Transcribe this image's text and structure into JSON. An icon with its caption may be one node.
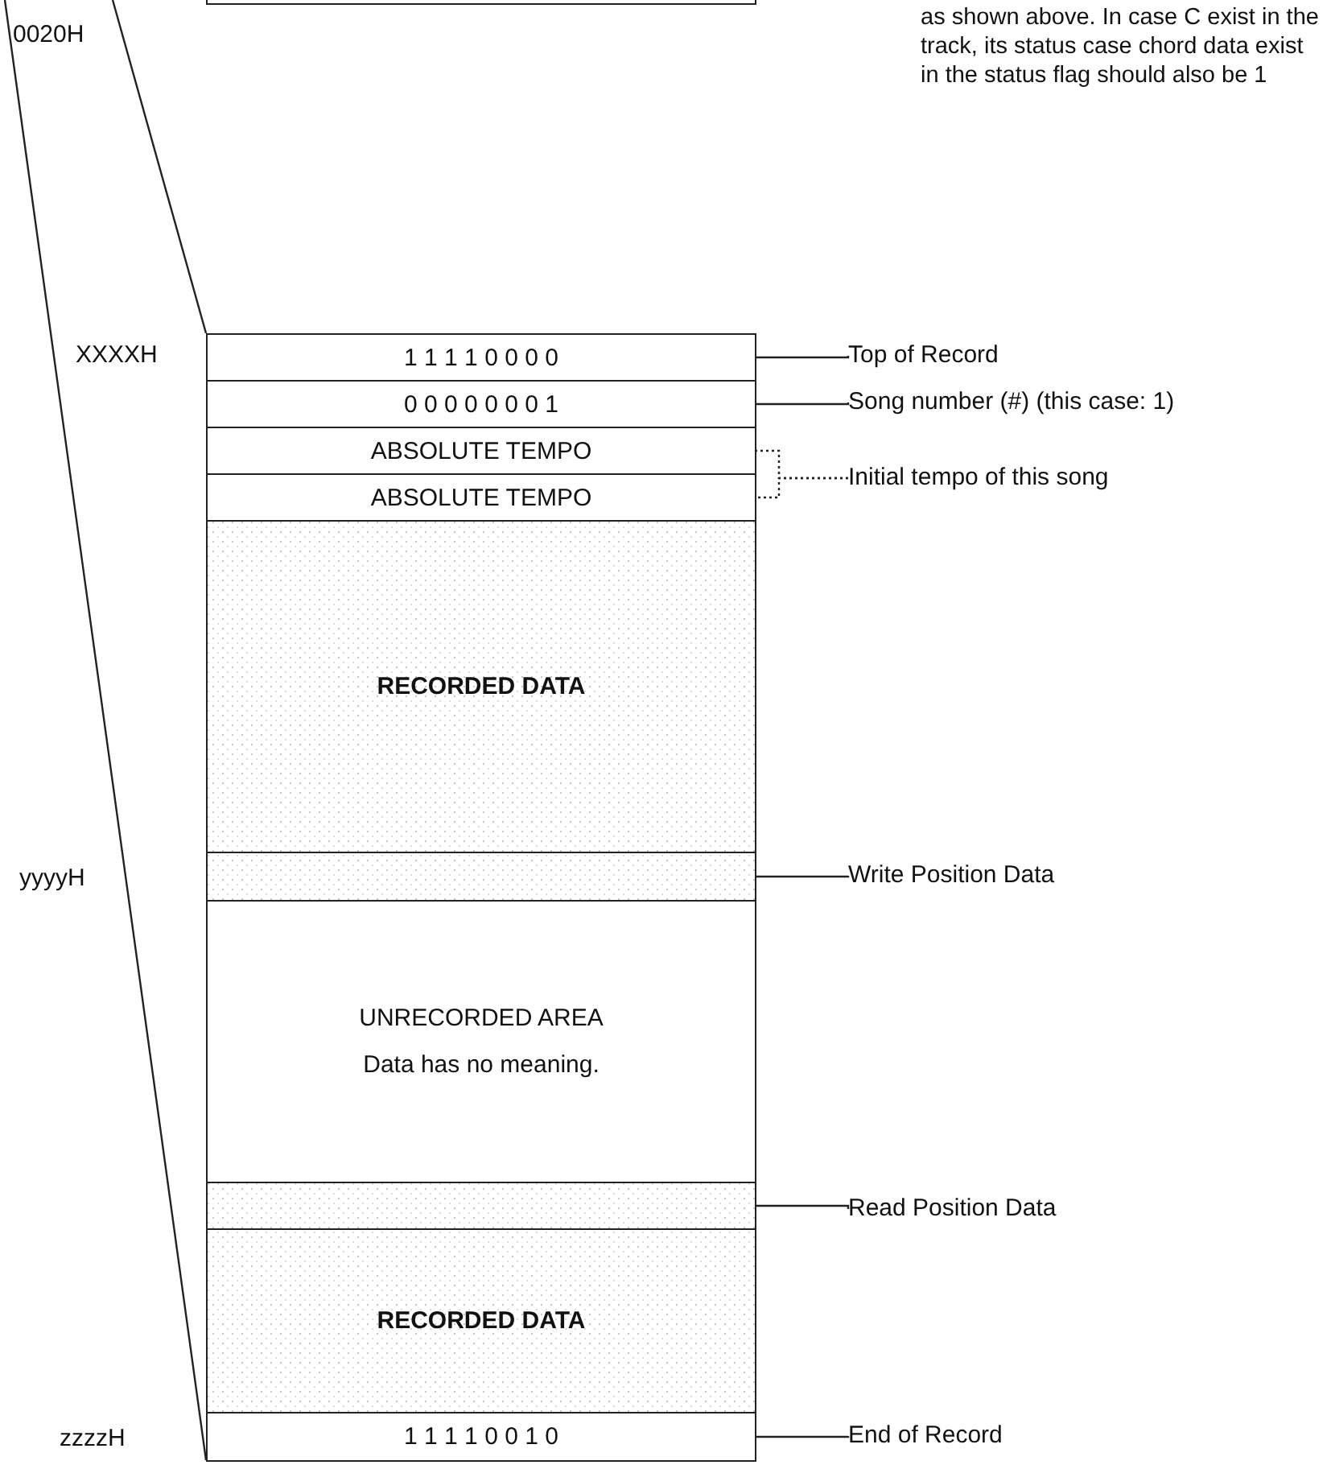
{
  "diagram": {
    "nodes": [
      {
        "text": [],
        "shape": "box"
      },
      {
        "text": [
          "1 1 1 1 0 0 0 0"
        ]
      },
      {
        "text": [
          "0 0 0 0 0 0 0 1"
        ]
      },
      {
        "text": [
          "ABSOLUTE TEMPO"
        ]
      },
      {
        "text": [
          "ABSOLUTE TEMPO"
        ]
      },
      {
        "text": [
          "RECORDED DATA"
        ]
      },
      {
        "text": [],
        "shape": "box"
      },
      {
        "text": [
          "UNRECORDED AREA",
          "Data has no meaning."
        ]
      },
      {
        "text": [],
        "shape": "box"
      },
      {
        "text": [
          "RECORDED DATA"
        ]
      },
      {
        "text": [
          "1 1 1 1 0 0 1 0"
        ]
      },
      {
        "text": [
          "Top of Record"
        ]
      },
      {
        "text": [
          "Song number (#) (this case: 1)"
        ]
      },
      {
        "text": [
          "Initial tempo of this song"
        ]
      },
      {
        "text": [
          "Write Position Data"
        ]
      },
      {
        "text": [
          "Read Position Data"
        ]
      },
      {
        "text": [
          "End of Record"
        ]
      }
    ],
    "edges": [
      {
        "from": 11,
        "to": 1,
        "arrow": "none"
      },
      {
        "from": 12,
        "to": 2,
        "arrow": "none"
      },
      {
        "from": 13,
        "to": 3,
        "arrow": "none",
        "style": "dashed"
      },
      {
        "from": 13,
        "to": 4,
        "arrow": "none",
        "style": "dashed"
      },
      {
        "from": 14,
        "to": 6,
        "arrow": "none"
      },
      {
        "from": 15,
        "to": 8,
        "arrow": "none"
      },
      {
        "from": 16,
        "to": 10,
        "arrow": "none"
      }
    ],
    "labels": [
      "0020H",
      "as shown above.  In case C exist in the track, its status case chord data exist in the status flag should also be 1",
      "XXXXH",
      "yyyyH",
      "zzzzH"
    ]
  }
}
